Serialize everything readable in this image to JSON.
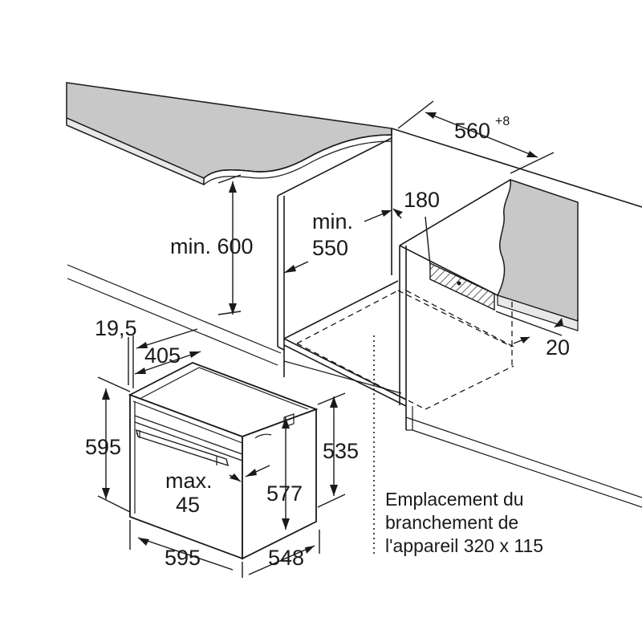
{
  "dimensions": {
    "cabinet_width": "560",
    "cabinet_width_tolerance": "+8",
    "min_height": "min. 600",
    "min_depth_line1": "min.",
    "min_depth_line2": "550",
    "vent_depth": "180",
    "rear_gap": "20",
    "front_overhang": "19,5",
    "oven_inner_width": "405",
    "oven_height": "595",
    "oven_body_height": "577",
    "oven_body_depth": "535",
    "handle_line1": "max.",
    "handle_line2": "45",
    "oven_width": "595",
    "oven_depth": "548"
  },
  "note": {
    "line1": "Emplacement du",
    "line2": "branchement de",
    "line3": "l'appareil 320 x 115"
  },
  "colors": {
    "countertop": "#c8c8c8",
    "side_panel": "#c8c8c8",
    "line": "#1a1a1a",
    "hatch": "#1a1a1a"
  }
}
